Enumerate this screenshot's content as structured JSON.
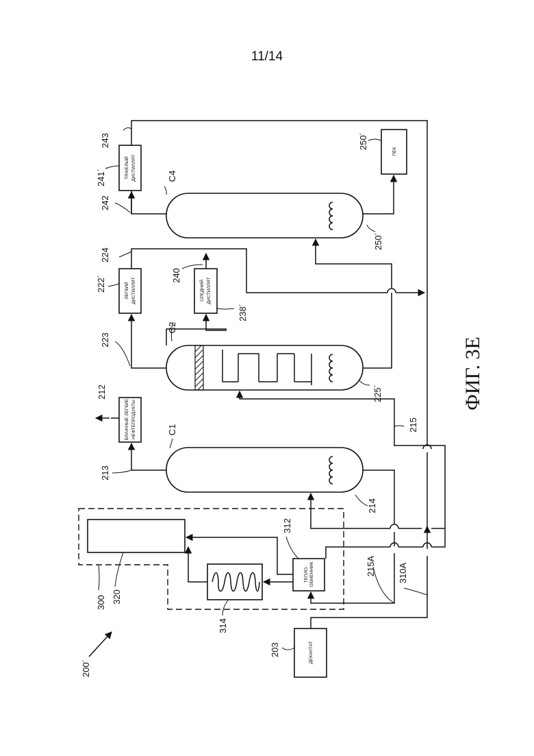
{
  "page_number": "11/14",
  "figure_caption": "ФИГ. 3E",
  "blocks": {
    "wet_light": [
      "ВЛАЖНЫЕ ЛЕГКИЕ",
      "НЕФТЕПРОДУКТЫ"
    ],
    "light_dist": [
      "ЛЕГКИЙ",
      "ДИСТИЛЛЯТ"
    ],
    "mid_dist": [
      "СРЕДНИЙ",
      "ДИСТИЛЛЯТ"
    ],
    "heavy_dist": [
      "ТЯЖЕЛЫЙ",
      "ДИСТИЛЛЯТ"
    ],
    "pitch": "ПЕК",
    "decant": "ДЕКАНТАТ",
    "heat_exch": [
      "ТЕПЛО-",
      "ОБМЕННИК"
    ]
  },
  "column_labels": {
    "c1": "C1",
    "c2": "C2",
    "c4": "C4"
  },
  "ref_labels": {
    "r200": "200´",
    "r203": "203",
    "r212": "212",
    "r213": "213",
    "r214": "214",
    "r215": "215",
    "r215a": "215A",
    "r222": "222´",
    "r223": "223",
    "r224": "224",
    "r225": "225´",
    "r238": "238´",
    "r240": "240",
    "r241": "241´",
    "r242": "242",
    "r243": "243",
    "r250a": "250´",
    "r250b": "250´",
    "r300": "300",
    "r310a": "310A",
    "r312": "312",
    "r314": "314",
    "r320": "320"
  }
}
